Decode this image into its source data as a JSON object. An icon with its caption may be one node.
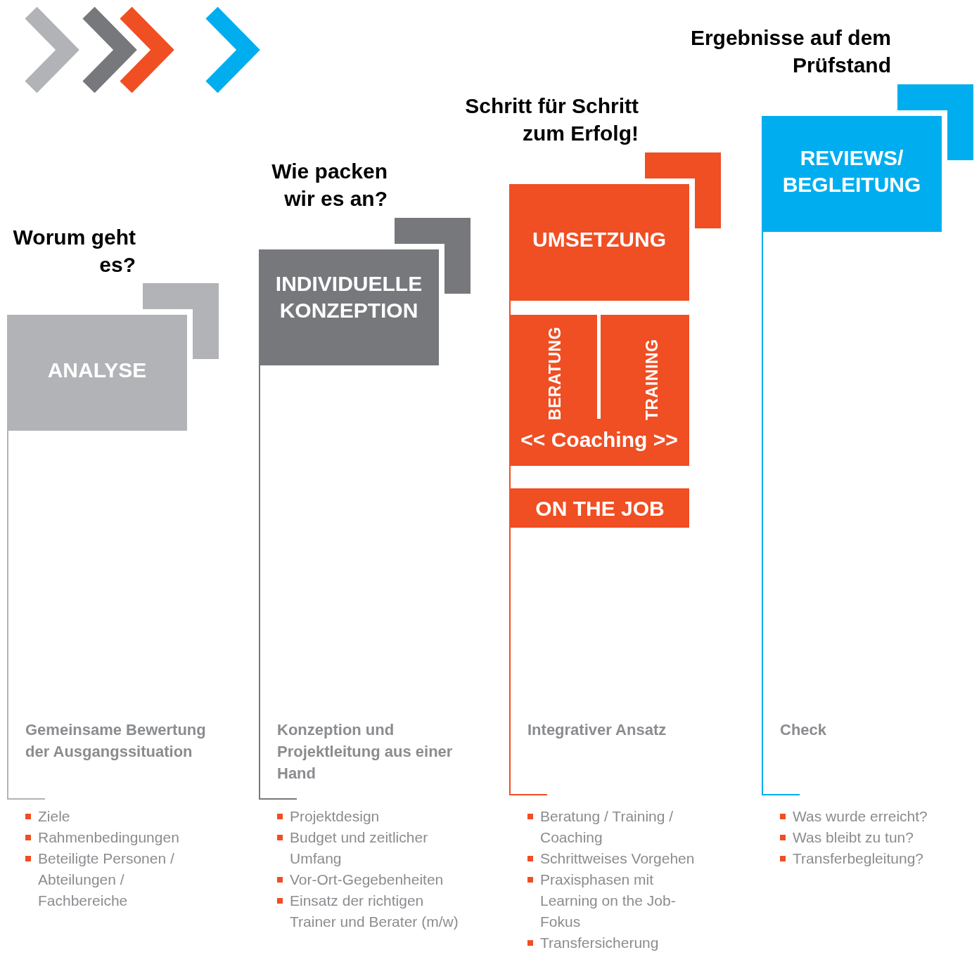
{
  "diagram": {
    "nodes": [
      {
        "text": [
          "ANALYSE"
        ]
      },
      {
        "text": [
          "INDIVIDUELLE KONZEPTION"
        ]
      },
      {
        "text": [
          "UMSETZUNG"
        ]
      },
      {
        "text": [
          "BERATUNG",
          "TRAINING",
          "<< Coaching >>"
        ]
      },
      {
        "text": [
          "ON THE JOB"
        ]
      },
      {
        "text": [
          "REVIEWS/ BEGLEITUNG"
        ]
      }
    ],
    "labels": [
      "Worum geht es?",
      "Gemeinsame Bewertung der Ausgangssituation",
      "Ziele",
      "Rahmenbedingungen",
      "Beteiligte Personen / Abteilungen / Fachbereiche",
      "Wie packen wir es an?",
      "Konzeption und Projektleitung aus einer Hand",
      "Projektdesign",
      "Budget und zeitlicher Umfang",
      "Vor-Ort-Gegebenheiten",
      "Einsatz der richtigen Trainer und Berater (m/w)",
      "Schritt für Schritt zum Erfolg!",
      "Integrativer Ansatz",
      "Beratung / Training / Coaching",
      "Schrittweises Vorgehen",
      "Praxisphasen mit Learning on the Job-Fokus",
      "Transfersicherung",
      "Ergebnisse auf dem Prüfstand",
      "Check",
      "Was wurde erreicht?",
      "Was bleibt zu tun?",
      "Transferbegleitung?"
    ]
  }
}
